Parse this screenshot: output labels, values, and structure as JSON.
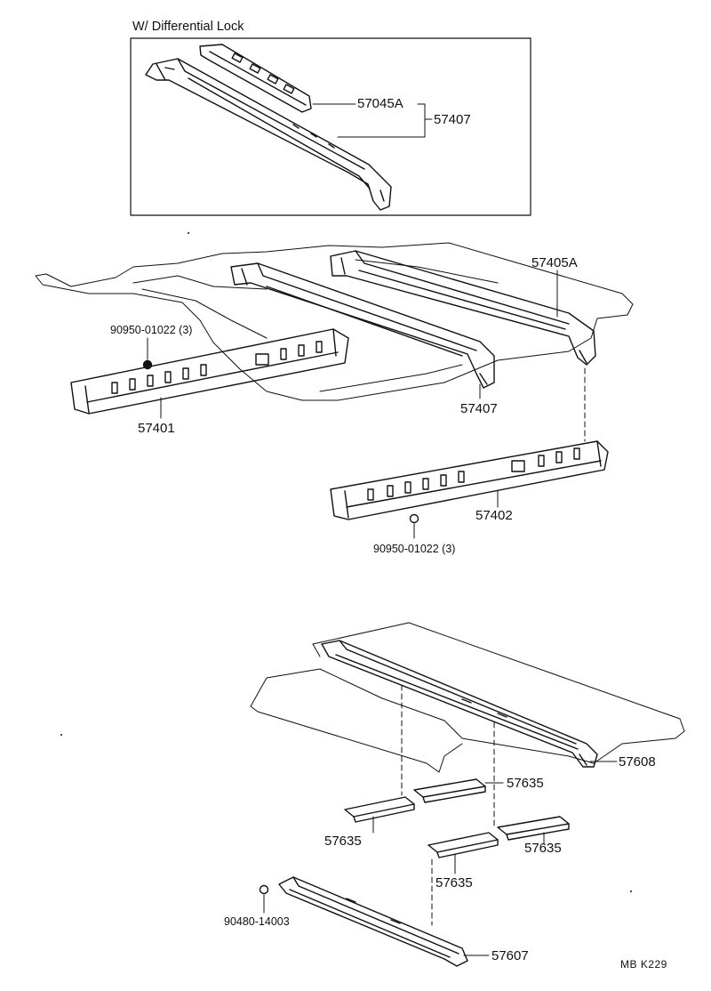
{
  "inset": {
    "title": "W/ Differential Lock",
    "labels": {
      "p57045A": "57045A",
      "p57407": "57407"
    }
  },
  "middle": {
    "labels": {
      "p57405A": "57405A",
      "bolt_top": "90950-01022 (3)",
      "p57401": "57401",
      "p57407": "57407",
      "p57402": "57402",
      "bolt_bottom": "90950-01022 (3)"
    }
  },
  "lower": {
    "labels": {
      "p57608": "57608",
      "p57635_a": "57635",
      "p57635_b": "57635",
      "p57635_c": "57635",
      "p57635_d": "57635",
      "bolt": "90480-14003",
      "p57607": "57607"
    }
  },
  "footer": {
    "code": "MB  K229"
  }
}
